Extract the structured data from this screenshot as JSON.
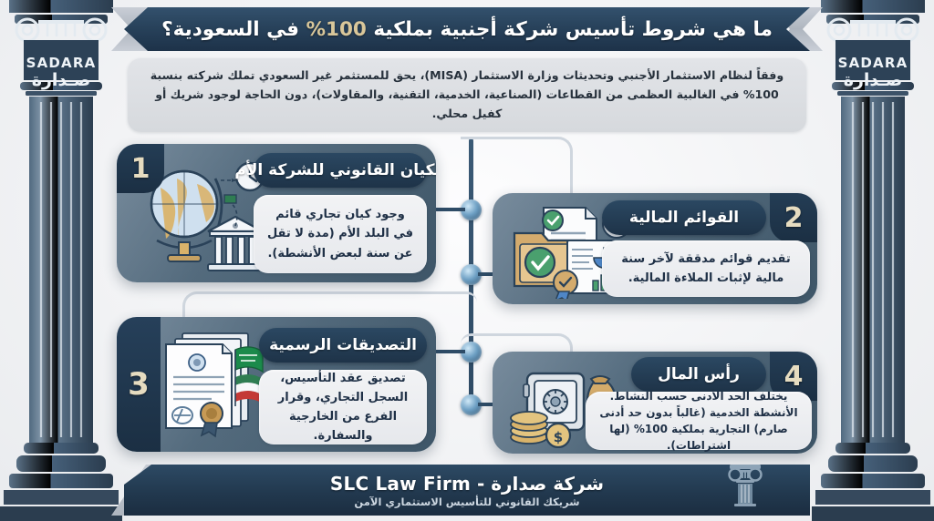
{
  "brand": {
    "name_en": "SADARA",
    "name_ar": "صـدارة"
  },
  "header": {
    "title_before": "ما هي شروط تأسيس شركة أجنبية بملكية ",
    "title_highlight": "100%",
    "title_after": " في السعودية؟",
    "title_full": "ما هي شروط تأسيس شركة أجنبية بملكية 100% في السعودية؟"
  },
  "intro": {
    "text": "وفقاً لنظام الاستثمار الأجنبي وتحديثات وزارة الاستثمار (MISA)، يحق للمستثمر غير السعودي تملك شركته بنسبة 100% في الغالبية العظمى من القطاعات (الصناعية، الخدمية، التقنية، والمقاولات)، دون الحاجة لوجود شريك أو كفيل محلي."
  },
  "cards": [
    {
      "number": "1",
      "title": "الكيان القانوني للشركة الأم",
      "body": "وجود كيان تجاري قائم في البلد الأم (مدة لا تقل عن سنة لبعض الأنشطة).",
      "icons": [
        "globe-icon",
        "classical-building-icon",
        "clock-icon",
        "flag-pin-icon"
      ]
    },
    {
      "number": "2",
      "title": "القوائم المالية",
      "body": "تقديم قوائم مدققة لآخر سنة مالية لإثبات الملاءة المالية.",
      "icons": [
        "folder-icon",
        "check-document-icon",
        "pie-chart-icon",
        "bar-chart-icon",
        "award-ribbon-icon"
      ]
    },
    {
      "number": "3",
      "title": "التصديقات الرسمية",
      "body": "تصديق عقد التأسيس، السجل التجاري، وقرار الفرع من الخارجية والسفارة.",
      "icons": [
        "certificate-document-icon",
        "saudi-flag-icon",
        "tricolor-flag-icon",
        "wax-seal-icon",
        "stamp-icon"
      ]
    },
    {
      "number": "4",
      "title": "رأس المال",
      "body": "يختلف الحد الأدنى حسب النشاط. الأنشطة الخدمية (غالباً بدون حد أدنى صارم) التجارية بملكية 100% (لها اشتراطات).",
      "icons": [
        "safe-vault-icon",
        "coin-stack-icon",
        "money-bag-icon",
        "dollar-coin-icon"
      ]
    }
  ],
  "footer": {
    "main": "شركة صدارة - SLC Law Firm",
    "tagline": "شريكك القانوني للتأسيس الاستثماري الآمن",
    "icon": "ionic-column-icon"
  },
  "colors": {
    "background": "#f4f5f7",
    "navy_dark": "#1e3348",
    "slate_card": "#4e6679",
    "panel_light": "#eef0f2",
    "accent_gold": "#d9c79a",
    "node_blue": "#6ea0c4",
    "flag_green": "#1b8a4b"
  }
}
